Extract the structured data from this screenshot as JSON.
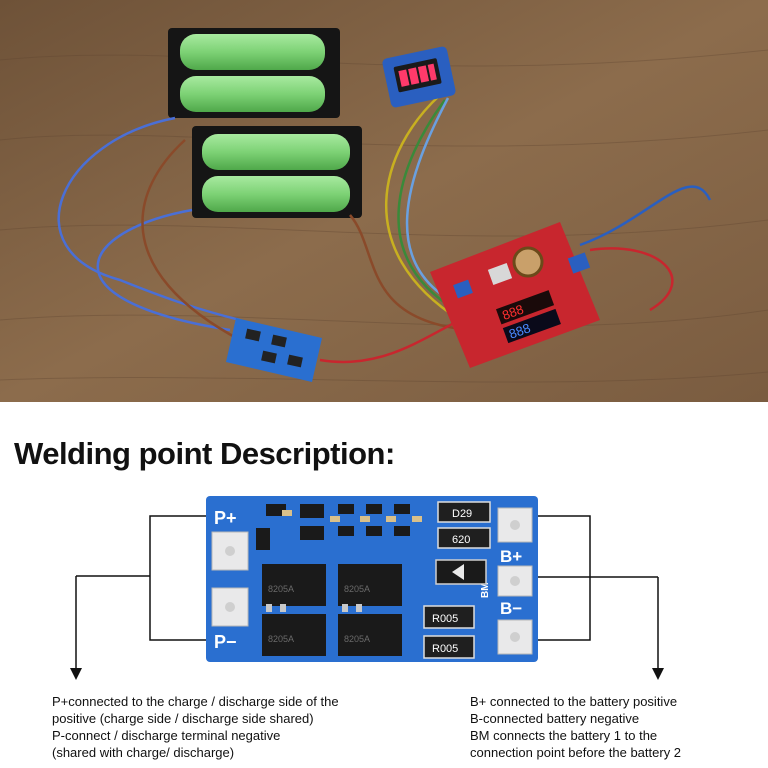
{
  "heading": "Welding point Description:",
  "board": {
    "pads": {
      "p_plus": "P+",
      "p_minus": "P−",
      "b_plus": "B+",
      "b_minus": "B−",
      "bm": "BM"
    },
    "resistor_labels": [
      "D29",
      "620",
      "R005",
      "R005"
    ],
    "mosfet_label": "8205A"
  },
  "notes": {
    "left": [
      "P+connected to the charge / discharge side of the",
      "positive (charge side / discharge side shared)",
      "P-connect / discharge terminal negative",
      "(shared with charge/ discharge)"
    ],
    "right": [
      "B+ connected to the battery positive",
      "B-connected battery negative",
      "BM connects the battery 1 to the",
      "connection point before the battery 2"
    ]
  },
  "photo": {
    "voltmeter_top": "888",
    "voltmeter_bottom": "888"
  },
  "colors": {
    "pcb_blue": "#2a6fd0",
    "wood": "#8a6a4a",
    "battery_green": "#7fd37a",
    "red_pcb": "#c8262e"
  }
}
